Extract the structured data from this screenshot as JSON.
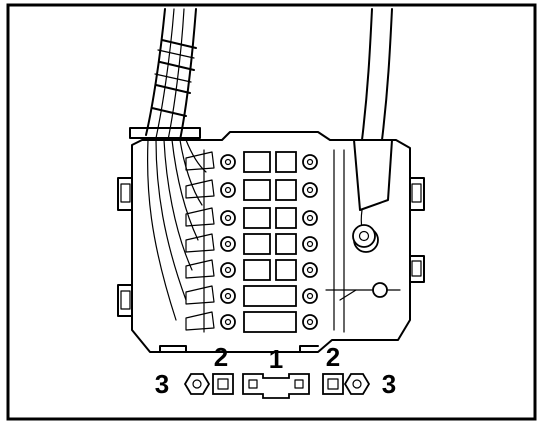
{
  "diagram": {
    "callouts": {
      "center": "1",
      "left_inner": "2",
      "right_inner": "2",
      "left_outer": "3",
      "right_outer": "3"
    }
  }
}
